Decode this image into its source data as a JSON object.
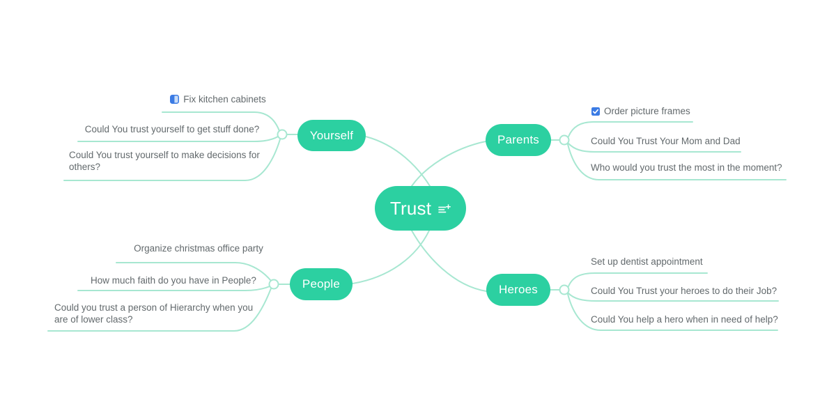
{
  "app": {
    "type": "mind-map-canvas",
    "background": "#ffffff"
  },
  "colors": {
    "node_fill": "#2cd0a1",
    "connector_line": "#a7e7d1",
    "leaf_text": "#62696c",
    "task_blue": "#3b7be4"
  },
  "root": {
    "label": "Trust",
    "icon": "add-note-icon"
  },
  "branches": [
    {
      "id": "yourself",
      "label": "Yourself",
      "side": "left",
      "children": [
        {
          "text": "Fix kitchen cabinets",
          "icon": "task-progress-icon"
        },
        {
          "text": "Could You trust yourself to get stuff done?"
        },
        {
          "text": "Could You trust yourself to make decisions for others?"
        }
      ]
    },
    {
      "id": "parents",
      "label": "Parents",
      "side": "right",
      "children": [
        {
          "text": "Order picture frames",
          "icon": "checkbox-checked-icon"
        },
        {
          "text": "Could You Trust Your Mom and Dad"
        },
        {
          "text": "Who would you trust the most in the moment?"
        }
      ]
    },
    {
      "id": "people",
      "label": "People",
      "side": "left",
      "children": [
        {
          "text": "Organize christmas office party"
        },
        {
          "text": "How much faith do you have in People?"
        },
        {
          "text": "Could you trust a person of Hierarchy when you are of lower class?"
        }
      ]
    },
    {
      "id": "heroes",
      "label": "Heroes",
      "side": "right",
      "children": [
        {
          "text": "Set up dentist appointment"
        },
        {
          "text": "Could You Trust your heroes to do their Job?"
        },
        {
          "text": "Could You help a hero when in need of help?"
        }
      ]
    }
  ]
}
